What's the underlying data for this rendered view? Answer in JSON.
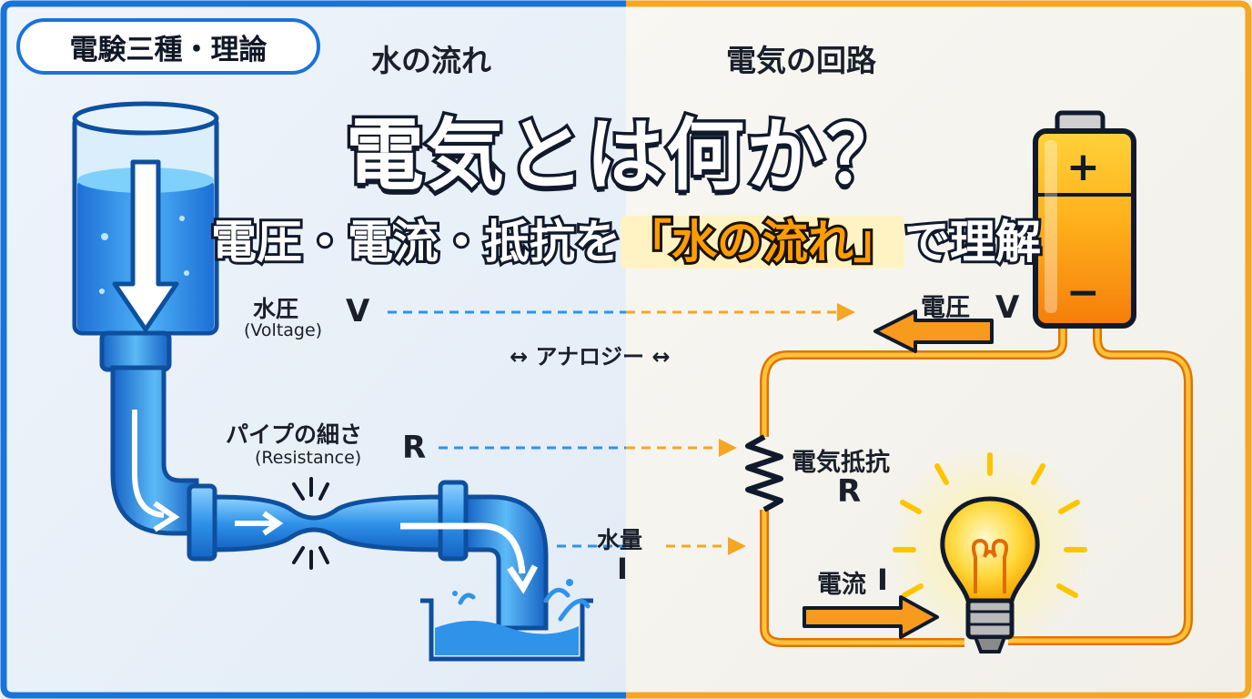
{
  "badge": "電験三種・理論",
  "title": "電気とは何か？",
  "subtitle": {
    "pre": "電圧・電流・抵抗を",
    "highlight": "「水の流れ」",
    "post": "で理解"
  },
  "left_header": "水の流れ",
  "right_header": "電気の回路",
  "analogy": "↔ アナロジー ↔",
  "water": {
    "pressure": "水圧",
    "pressure_en": "(Voltage)",
    "pressure_sym": "V",
    "pipe": "パイプの細さ",
    "pipe_en": "(Resistance)",
    "pipe_sym": "R",
    "flow": "水量",
    "flow_sym": "I"
  },
  "circuit": {
    "voltage": "電圧",
    "voltage_sym": "V",
    "resistance": "電気抵抗",
    "resistance_sym": "R",
    "current": "電流",
    "current_sym": "I"
  },
  "battery": {
    "plus": "+",
    "minus": "−"
  },
  "colors": {
    "blue": "#1a73d9",
    "orange": "#f79a1e",
    "dark": "#111a2c",
    "water": "#3fa9f5"
  },
  "icons": [
    "water-tank-icon",
    "pipe-icon",
    "basin-icon",
    "battery-icon",
    "resistor-icon",
    "light-bulb-icon",
    "arrow-icon"
  ]
}
